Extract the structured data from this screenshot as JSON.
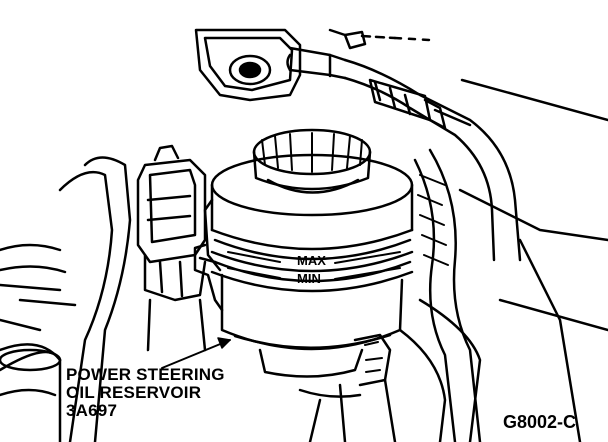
{
  "callout": {
    "line1": "POWER STEERING",
    "line2": "OIL RESERVOIR",
    "line3": "3A697"
  },
  "reservoir": {
    "max_label": "MAX",
    "min_label": "MIN"
  },
  "figure_id": "G8002-C",
  "colors": {
    "ink": "#000000",
    "paper": "#ffffff"
  }
}
